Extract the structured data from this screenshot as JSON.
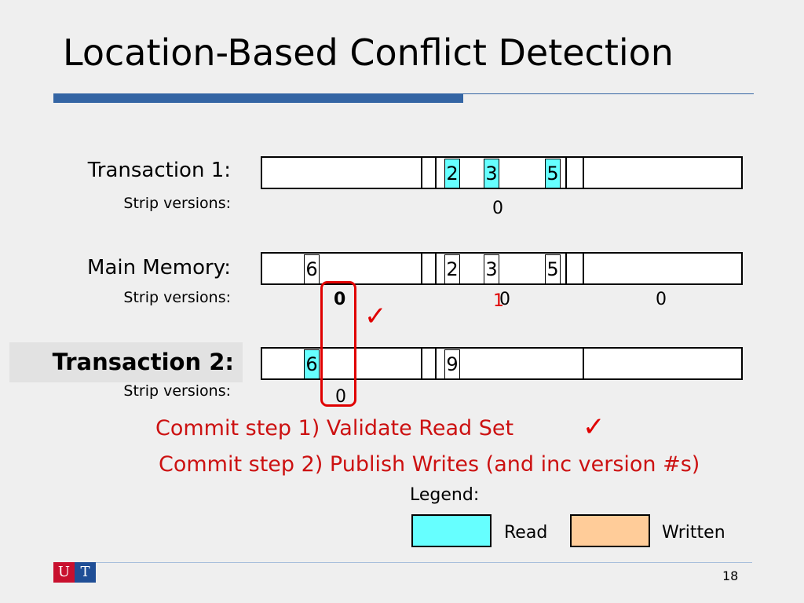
{
  "slide": {
    "title": "Location-Based Conflict Detection",
    "page_number": "18"
  },
  "rows": {
    "transaction1": {
      "label": "Transaction 1:",
      "strip_label": "Strip versions:",
      "cells": [
        "2",
        "3",
        "5"
      ],
      "versions": [
        "0"
      ]
    },
    "main_memory": {
      "label": "Main Memory:",
      "strip_label": "Strip versions:",
      "cells": [
        "6",
        "2",
        "3",
        "5"
      ],
      "versions": [
        "0",
        "0",
        "1",
        "0"
      ]
    },
    "transaction2": {
      "label": "Transaction 2:",
      "strip_label": "Strip versions:",
      "cells": [
        "6",
        "9"
      ],
      "versions": [
        "0"
      ]
    }
  },
  "commit": {
    "step1": "Commit step 1) Validate Read Set",
    "step2": "Commit step 2) Publish Writes (and inc version #s)"
  },
  "marks": {
    "check": "✓"
  },
  "legend": {
    "title": "Legend:",
    "read_label": "Read",
    "written_label": "Written"
  },
  "logo": {
    "left": "U",
    "right": "T"
  },
  "colors": {
    "read": "#66ffff",
    "written": "#ffcc99",
    "highlight": "#e00000",
    "accent_bar": "#3465a4"
  }
}
